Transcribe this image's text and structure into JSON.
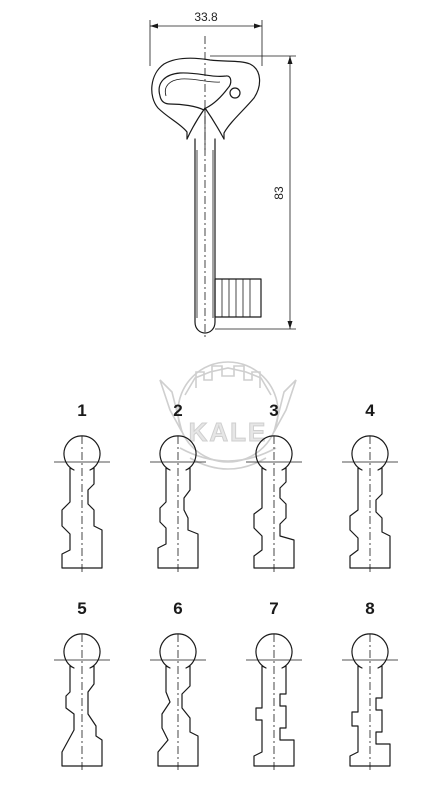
{
  "dimensions": {
    "width_label": "33.8",
    "length_label": "83"
  },
  "watermark": {
    "brand": "KALE"
  },
  "profiles": {
    "labels": [
      "1",
      "2",
      "3",
      "4",
      "5",
      "6",
      "7",
      "8"
    ]
  }
}
